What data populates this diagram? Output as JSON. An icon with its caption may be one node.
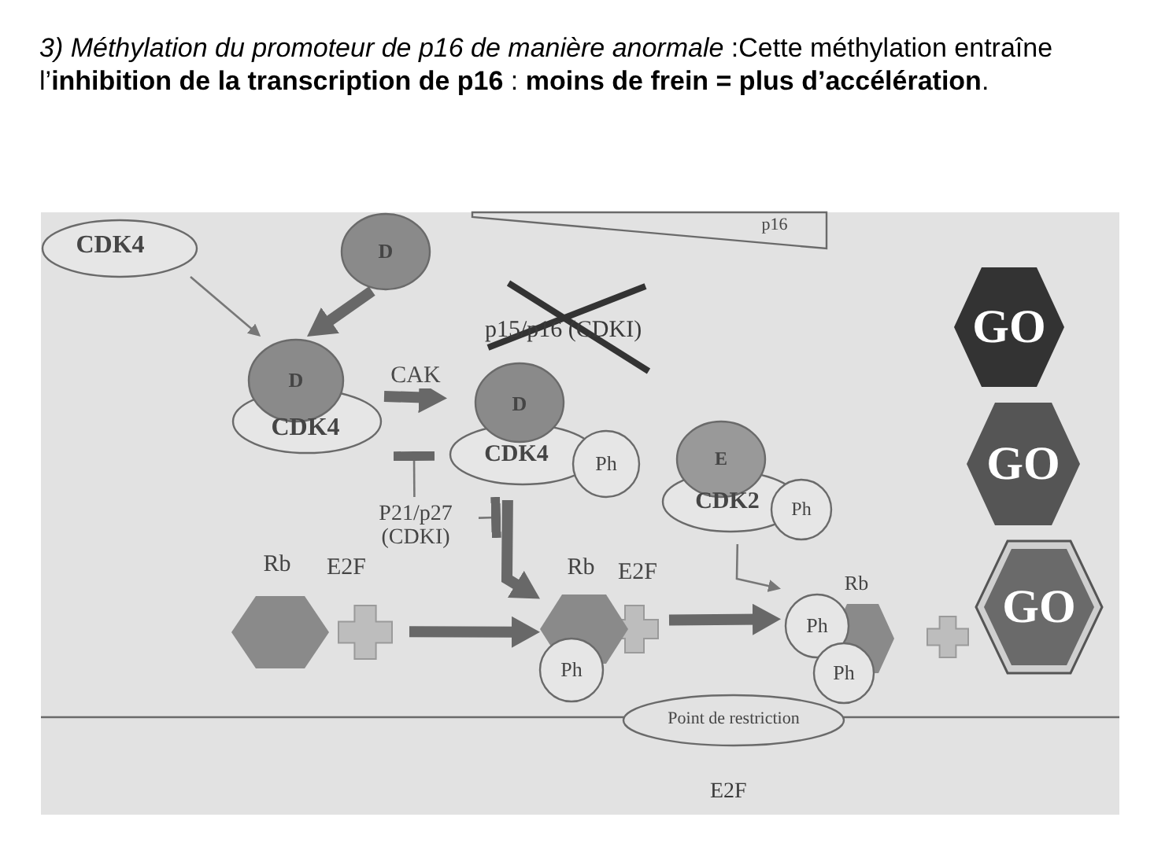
{
  "diagram": {
    "title": "*3) Méthylation du promoteur de p16 de manière anormale* :Cette méthylation entraîne l’**inhibition de la transcription de p16** : **moins de frein = plus d’accélération**.",
    "nodes": [
      {
        "text": [
          "p16"
        ]
      },
      {
        "text": [
          "CDK4"
        ]
      },
      {
        "text": [
          "D"
        ]
      },
      {
        "text": [
          "GO"
        ]
      },
      {
        "text": [
          "D",
          "CDK4"
        ]
      },
      {
        "text": [
          "D",
          "CDK4",
          "Ph"
        ]
      },
      {
        "text": [
          "GO"
        ]
      },
      {
        "text": [
          "E",
          "CDK2",
          "Ph"
        ]
      },
      {
        "text": [
          "P21/p27 (CDKI)"
        ]
      },
      {
        "text": [
          "Rb",
          "E2F"
        ]
      },
      {
        "text": [
          "Rb",
          "E2F",
          "Ph"
        ]
      },
      {
        "text": [
          "Rb",
          "Ph",
          "Ph"
        ]
      },
      {
        "text": [],
        "shape": "cross"
      },
      {
        "text": [
          "GO"
        ]
      },
      {
        "text": [
          "Point de restriction"
        ]
      }
    ],
    "edges": [
      {
        "from": 1,
        "to": 4,
        "arrow": "to"
      },
      {
        "from": 2,
        "to": 4,
        "arrow": "to"
      },
      {
        "from": 4,
        "to": 5,
        "arrow": "to",
        "label": "CAK"
      },
      {
        "from": 8,
        "to": null,
        "arrow": "other"
      },
      {
        "from": 8,
        "to": null,
        "arrow": "other"
      },
      {
        "from": 5,
        "to": 10,
        "arrow": "to"
      },
      {
        "from": 9,
        "to": 10,
        "arrow": "to"
      },
      {
        "from": 7,
        "to": 11,
        "arrow": "to"
      },
      {
        "from": 10,
        "to": 11,
        "arrow": "to"
      }
    ],
    "labels": [
      "p15/p16 (CDKI)",
      "E2F"
    ]
  }
}
